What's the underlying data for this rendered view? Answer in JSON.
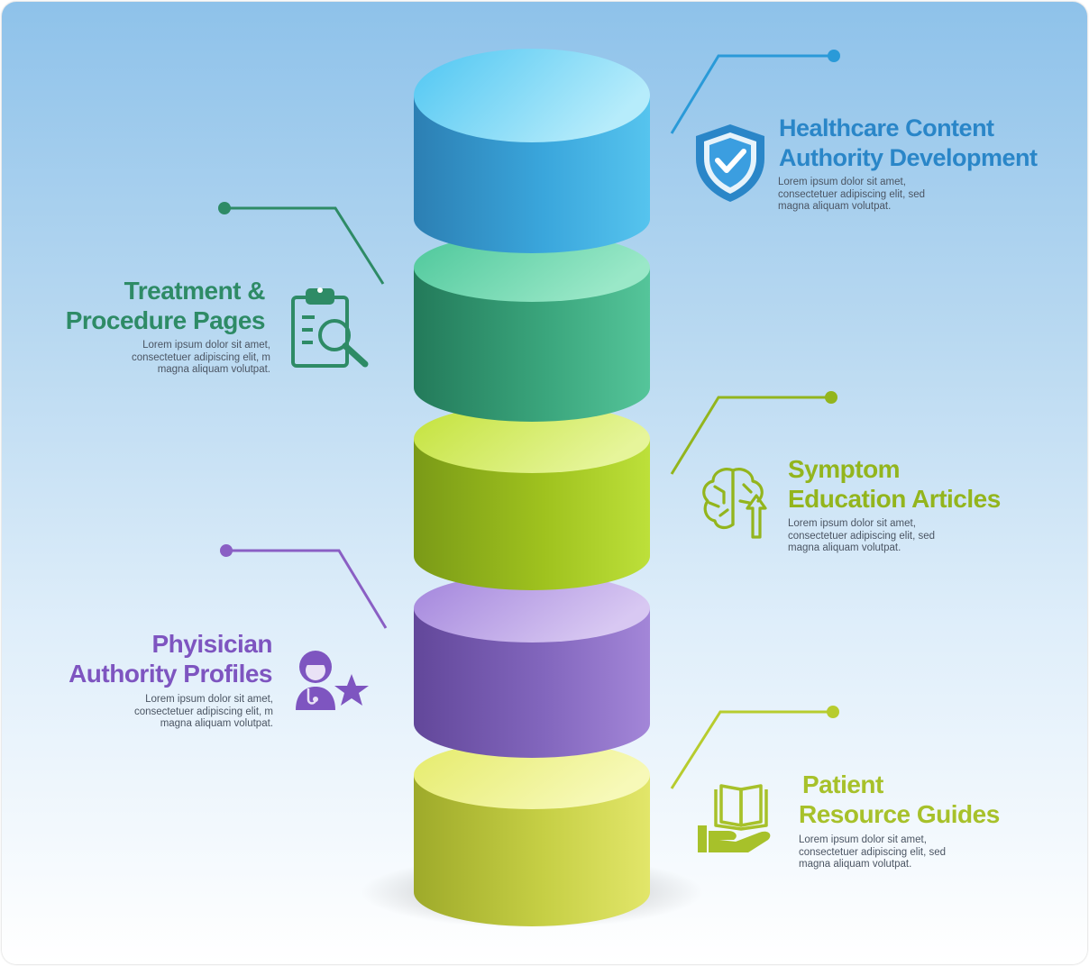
{
  "colors": {
    "blue": "#2f8fd0",
    "green": "#2e8b66",
    "lime": "#8aad1f",
    "purple": "#8a5fc4",
    "yellow": "#a8c227"
  },
  "items": [
    {
      "id": "healthcare-content",
      "title_lines": [
        "Healthcare Content",
        "Authority Development"
      ],
      "desc_lines": [
        "Lorem ipsum dolor sit amet,",
        "consectetuer adipiscing elit, sed",
        "magna aliquam volutpat."
      ],
      "icon": "shield-check-icon",
      "color": "#2a86c8"
    },
    {
      "id": "treatment-procedure",
      "title_lines": [
        "Treatment &",
        "Procedure Pages"
      ],
      "desc_lines": [
        "Lorem ipsum dolor sit amet,",
        "consectetuer adipiscing elit, m",
        "magna aliquam volutpat."
      ],
      "icon": "clipboard-search-icon",
      "color": "#2e8b66"
    },
    {
      "id": "symptom-education",
      "title_lines": [
        "Symptom",
        "Education Articles"
      ],
      "desc_lines": [
        "Lorem ipsum dolor sit amet,",
        "consectetuer adipiscing elit, sed",
        "magna aliquam volutpat."
      ],
      "icon": "brain-arrow-icon",
      "color": "#93b51d"
    },
    {
      "id": "physician-profiles",
      "title_lines": [
        "Phyisician",
        "Authority Profiles"
      ],
      "desc_lines": [
        "Lorem ipsum dolor sit amet,",
        "consectetuer adipiscing elit, m",
        "magna aliquam volutpat."
      ],
      "icon": "doctor-star-icon",
      "color": "#7e55c0"
    },
    {
      "id": "patient-resource",
      "title_lines": [
        "Patient",
        "Resource Guides"
      ],
      "desc_lines": [
        "Lorem ipsum dolor sit amet,",
        "consectetuer adipiscing elit, sed",
        "magna aliquam volutpat."
      ],
      "icon": "hand-book-icon",
      "color": "#a7c12a"
    }
  ]
}
